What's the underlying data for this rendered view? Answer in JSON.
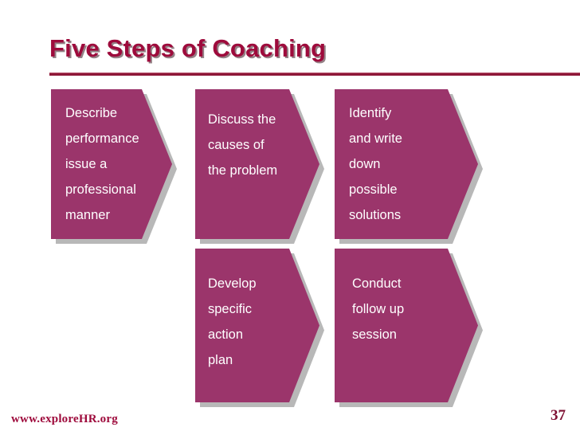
{
  "slide": {
    "title": "Five Steps of Coaching",
    "accent_color": "#9E0B3C",
    "shape_fill_color": "#9B356B",
    "shape_shadow_color": "#b8b8b8",
    "text_color": "#ffffff",
    "rule_color": "#8E1838"
  },
  "steps": [
    {
      "index": 1,
      "lines": [
        "Describe",
        "performance",
        "issue a",
        "professional",
        "manner"
      ]
    },
    {
      "index": 2,
      "lines": [
        "Discuss the",
        "causes of",
        "the problem"
      ]
    },
    {
      "index": 3,
      "lines": [
        "Identify",
        "and write",
        "down",
        "possible",
        "solutions"
      ]
    },
    {
      "index": 4,
      "lines": [
        "Develop",
        "specific",
        "action",
        "plan"
      ]
    },
    {
      "index": 5,
      "lines": [
        "Conduct",
        "follow up",
        "session"
      ]
    }
  ],
  "footer": {
    "url": "www.exploreHR.org",
    "page_number": "37"
  }
}
